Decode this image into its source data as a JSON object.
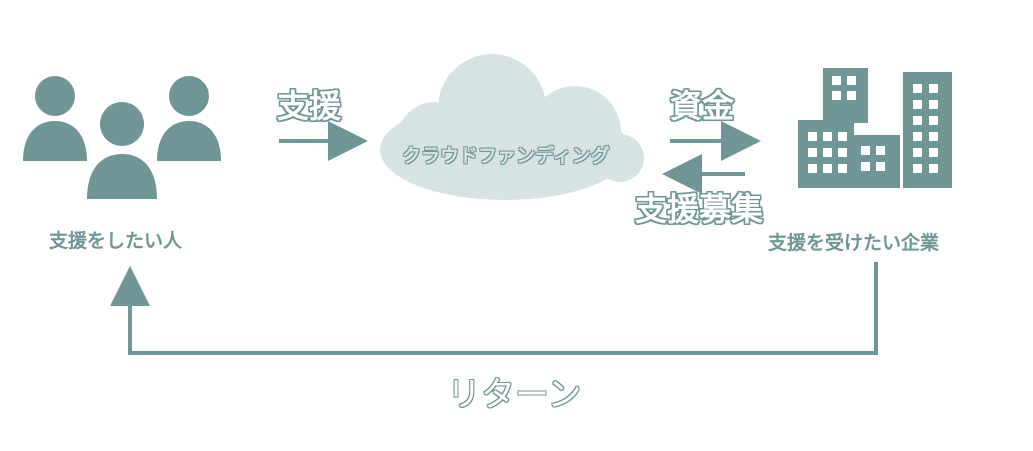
{
  "colors": {
    "primary": "#6f9597",
    "cloud": "#d7e3e3",
    "window": "#ffffff"
  },
  "nodes": {
    "supporters_label": "支援をしたい人",
    "platform_label": "クラウドファンディング",
    "companies_label": "支援を受けたい企業"
  },
  "edges": {
    "support": "支援",
    "funds": "資金",
    "recruit": "支援募集",
    "return": "リターン"
  },
  "icons": {
    "supporters": "people-group-icon",
    "platform": "cloud-icon",
    "companies": "office-buildings-icon"
  }
}
